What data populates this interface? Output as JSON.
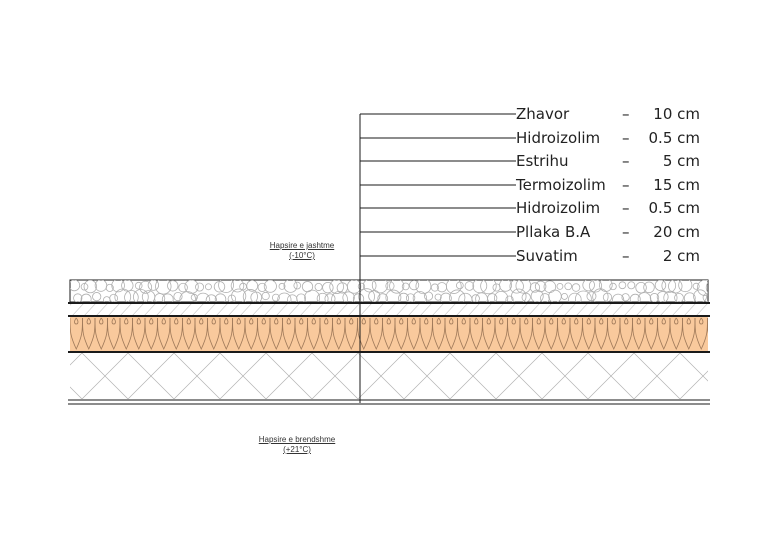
{
  "layers": [
    {
      "name": "Zhavor",
      "thickness": "10 cm"
    },
    {
      "name": "Hidroizolim",
      "thickness": "0.5 cm"
    },
    {
      "name": "Estrihu",
      "thickness": "5 cm"
    },
    {
      "name": "Termoizolim",
      "thickness": "15 cm"
    },
    {
      "name": "Hidroizolim",
      "thickness": "0.5 cm"
    },
    {
      "name": "Pllaka B.A",
      "thickness": "20 cm"
    },
    {
      "name": "Suvatim",
      "thickness": "2 cm"
    }
  ],
  "separator": "–",
  "exterior": {
    "name": "Hapsire e jashtme",
    "temp": "(-10°C)"
  },
  "interior": {
    "name": "Hapsire e brendshme",
    "temp": "(+21°C)"
  },
  "colors": {
    "insulation": "#f9c99c",
    "line": "#1a1a1a",
    "hatch": "#9a9a9a"
  }
}
